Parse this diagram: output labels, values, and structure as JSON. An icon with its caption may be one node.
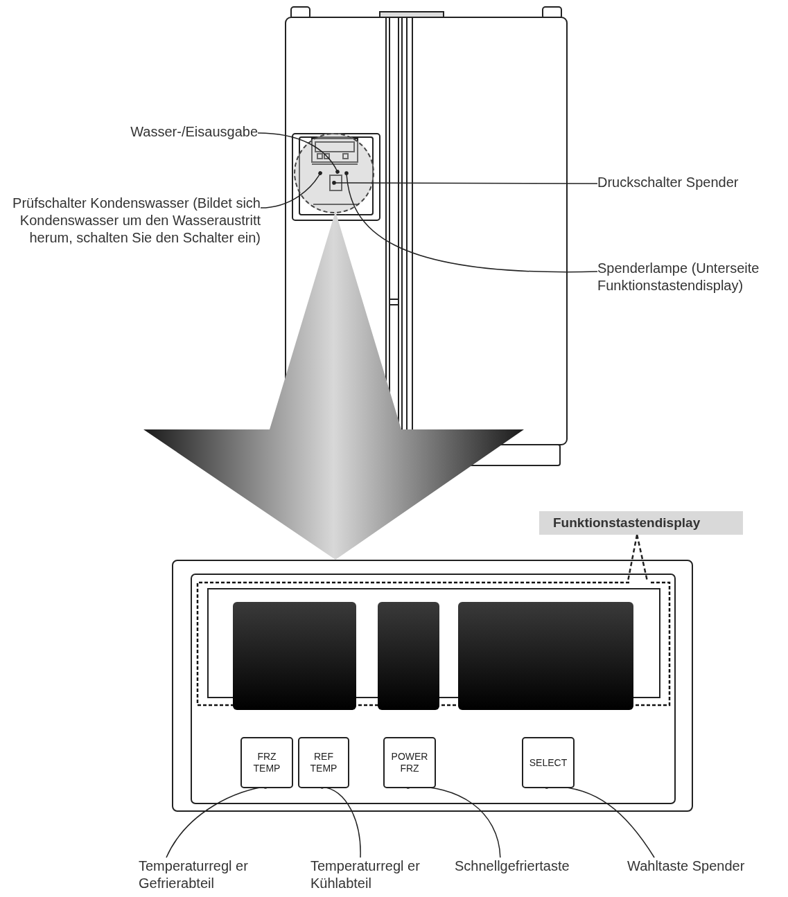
{
  "diagram": {
    "nodes": [
      {
        "text": [
          "Wasser-/Eisausgabe"
        ]
      },
      {
        "text": [
          "Druckschalter Spender"
        ]
      },
      {
        "text": [
          "Prüfschalter Kondenswasser (Bildet sich Kondenswasser um den Wasseraustritt herum, schalten Sie den Schalter ein)"
        ]
      },
      {
        "text": [
          "Spenderlampe (Unterseite Funktionstastendisplay)"
        ]
      },
      {
        "text": [],
        "shape": "circle"
      },
      {
        "text": [
          "Funktionstastendisplay"
        ]
      },
      {
        "text": [],
        "shape": "box"
      },
      {
        "text": [],
        "shape": "box",
        "in": 6
      },
      {
        "text": [
          "FRZ TEMP"
        ],
        "in": 6
      },
      {
        "text": [
          "REF TEMP"
        ],
        "in": 6
      },
      {
        "text": [
          "POWER FRZ"
        ],
        "in": 6
      },
      {
        "text": [
          "SELECT"
        ],
        "in": 6
      },
      {
        "text": [
          "Temperaturregl er Gefrierabteil"
        ]
      },
      {
        "text": [
          "Temperaturregl er Kühlabteil"
        ]
      },
      {
        "text": [
          "Schnellgefriertaste"
        ]
      },
      {
        "text": [
          "Wahltaste Spender"
        ]
      }
    ],
    "edges": [
      {
        "from": 0,
        "to": 4,
        "arrow": "other"
      },
      {
        "from": 1,
        "to": 4,
        "arrow": "other"
      },
      {
        "from": 2,
        "to": 4,
        "arrow": "other"
      },
      {
        "from": 3,
        "to": 4,
        "arrow": "other"
      },
      {
        "from": 4,
        "to": 6,
        "arrow": "to",
        "style": "thick"
      },
      {
        "from": 5,
        "to": 7,
        "arrow": "none",
        "style": "dashed"
      },
      {
        "from": 12,
        "to": 8,
        "arrow": "other"
      },
      {
        "from": 13,
        "to": 9,
        "arrow": "other"
      },
      {
        "from": 14,
        "to": 10,
        "arrow": "other"
      },
      {
        "from": 15,
        "to": 11,
        "arrow": "other"
      }
    ]
  }
}
